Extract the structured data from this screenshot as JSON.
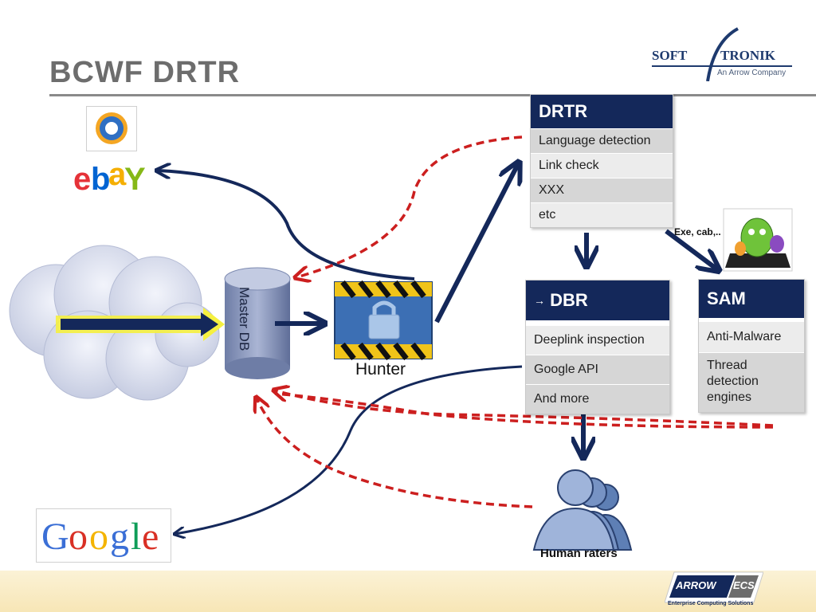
{
  "slide": {
    "title": "BCWF DRTR"
  },
  "brand": {
    "part1": "SOFT",
    "part2": "TRONIK",
    "tagline": "An Arrow Company"
  },
  "footer_brand": {
    "name": "ARROW",
    "unit": "ECS",
    "tagline": "Enterprise Computing Solutions"
  },
  "nodes": {
    "master_db": "Master DB",
    "hunter": "Hunter",
    "human_raters": "Human raters",
    "exe_label": "Exe, cab,.."
  },
  "drtr": {
    "title": "DRTR",
    "items": [
      "Language detection",
      "Link check",
      "XXX",
      "etc"
    ]
  },
  "dbr": {
    "title": "DBR",
    "items": [
      "Deeplink inspection",
      "Google API",
      "And more"
    ]
  },
  "sam": {
    "title": "SAM",
    "items": [
      "Anti-Malware",
      "Thread detection engines"
    ]
  },
  "logos": {
    "ebay": "ebay",
    "google": "Google"
  },
  "colors": {
    "navy": "#14285a",
    "red_dash": "#cc1f1f",
    "arrow": "#14285a"
  }
}
